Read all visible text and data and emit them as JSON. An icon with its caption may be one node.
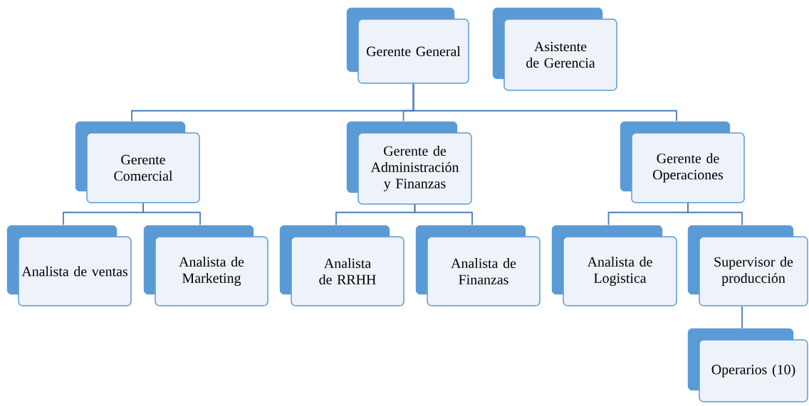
{
  "diagram": {
    "nodes": [
      {
        "text": [
          "Gerente General"
        ]
      },
      {
        "text": [
          "Asistente de Gerencia"
        ]
      },
      {
        "text": [
          "Gerente Comercial"
        ]
      },
      {
        "text": [
          "Gerente de Administración y Finanzas"
        ]
      },
      {
        "text": [
          "Gerente de Operaciones"
        ]
      },
      {
        "text": [
          "Analista de ventas"
        ]
      },
      {
        "text": [
          "Analista de Marketing"
        ]
      },
      {
        "text": [
          "Analista de RRHH"
        ]
      },
      {
        "text": [
          "Analista de Finanzas"
        ]
      },
      {
        "text": [
          "Analista de Logistica"
        ]
      },
      {
        "text": [
          "Supervisor de producción"
        ]
      },
      {
        "text": [
          "Operarios (10)"
        ]
      }
    ],
    "edges": [
      {
        "from": 0,
        "to": 2,
        "arrow": "none"
      },
      {
        "from": 0,
        "to": 3,
        "arrow": "none"
      },
      {
        "from": 0,
        "to": 4,
        "arrow": "none"
      },
      {
        "from": 2,
        "to": 5,
        "arrow": "none"
      },
      {
        "from": 2,
        "to": 6,
        "arrow": "none"
      },
      {
        "from": 3,
        "to": 7,
        "arrow": "none"
      },
      {
        "from": 3,
        "to": 8,
        "arrow": "none"
      },
      {
        "from": 4,
        "to": 9,
        "arrow": "none"
      },
      {
        "from": 4,
        "to": 10,
        "arrow": "none"
      },
      {
        "from": 10,
        "to": 11,
        "arrow": "none"
      }
    ]
  }
}
